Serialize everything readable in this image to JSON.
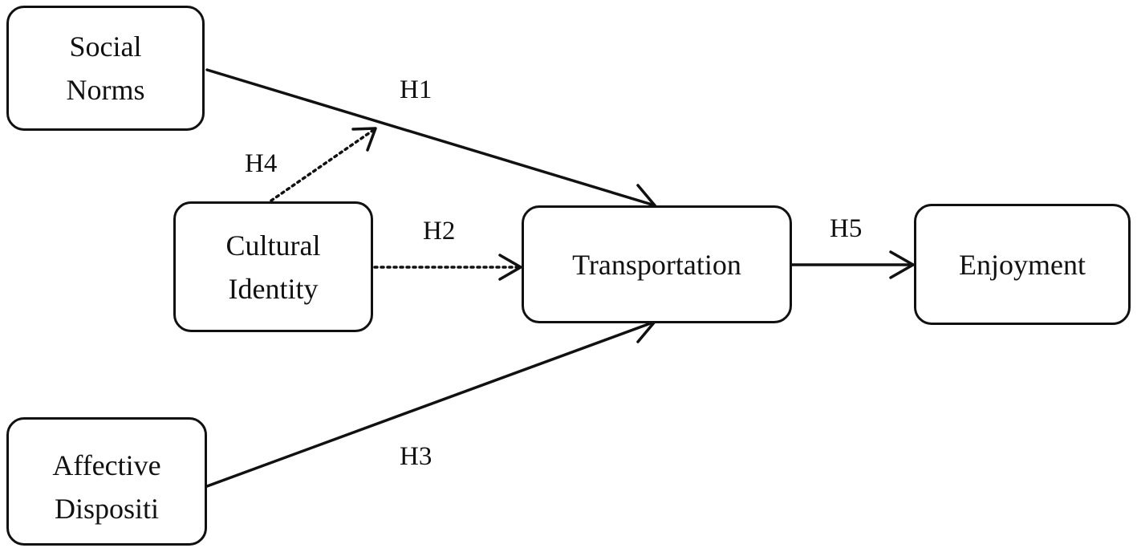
{
  "nodes": {
    "social_norms": {
      "line1": "Social",
      "line2": "Norms"
    },
    "cultural_identity": {
      "line1": "Cultural",
      "line2": "Identity"
    },
    "affective_disposition": {
      "line1": "Affective",
      "line2": "Dispositi"
    },
    "transportation": {
      "label": "Transportation"
    },
    "enjoyment": {
      "label": "Enjoyment"
    }
  },
  "edges": {
    "h1": {
      "label": "H1",
      "from": "Social Norms",
      "to": "Transportation",
      "style": "solid"
    },
    "h2": {
      "label": "H2",
      "from": "Cultural Identity",
      "to": "Transportation",
      "style": "dotted"
    },
    "h3": {
      "label": "H3",
      "from": "Affective Dispositi",
      "to": "Transportation",
      "style": "solid"
    },
    "h4": {
      "label": "H4",
      "from": "Cultural Identity",
      "to": "H1 path",
      "style": "dotted"
    },
    "h5": {
      "label": "H5",
      "from": "Transportation",
      "to": "Enjoyment",
      "style": "solid"
    }
  },
  "colors": {
    "stroke": "#111111",
    "background": "#ffffff"
  }
}
